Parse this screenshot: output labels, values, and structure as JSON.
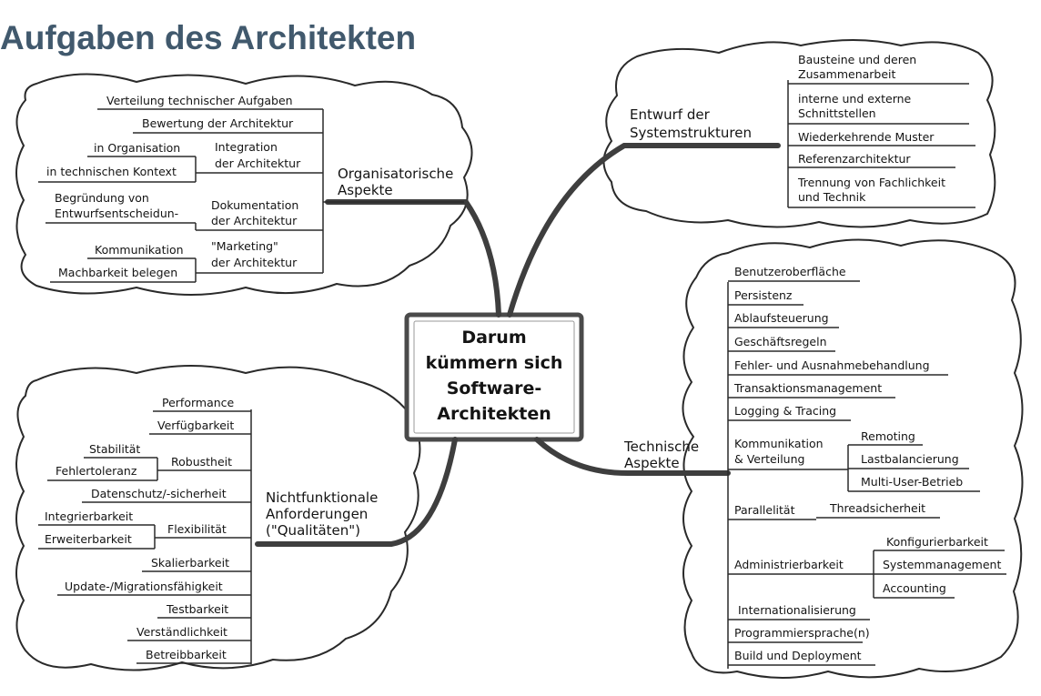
{
  "title": "Aufgaben des Architekten",
  "center": {
    "lines": [
      "Darum",
      "kümmern sich",
      "Software-",
      "Architekten"
    ]
  },
  "organisatorisch": {
    "label": [
      "Organisatorische",
      "Aspekte"
    ],
    "items": {
      "verteilung": "Verteilung technischer Aufgaben",
      "bewertung": "Bewertung der Architektur",
      "integration": [
        "Integration",
        "der Architektur"
      ],
      "integration_children": [
        "in Organisation",
        "in technischen Kontext"
      ],
      "dokumentation": [
        "Dokumentation",
        "der Architektur"
      ],
      "dokumentation_child": [
        "Begründung von",
        "Entwurfsentscheidun-"
      ],
      "marketing": [
        "\"Marketing\"",
        "der Architektur"
      ],
      "marketing_children": [
        "Kommunikation",
        "Machbarkeit belegen"
      ]
    }
  },
  "entwurf": {
    "label": [
      "Entwurf der",
      "Systemstrukturen"
    ],
    "items": [
      [
        "Bausteine und deren",
        "Zusammenarbeit"
      ],
      [
        "interne und externe",
        "Schnittstellen"
      ],
      [
        "Wiederkehrende Muster"
      ],
      [
        "Referenzarchitektur"
      ],
      [
        "Trennung von Fachlichkeit",
        "und Technik"
      ]
    ]
  },
  "nichtfunktional": {
    "label": [
      "Nichtfunktionale",
      "Anforderungen",
      "(\"Qualitäten\")"
    ],
    "items": {
      "performance": "Performance",
      "verfuegbarkeit": "Verfügbarkeit",
      "robustheit": "Robustheit",
      "robustheit_children": [
        "Stabilität",
        "Fehlertoleranz"
      ],
      "datenschutz": "Datenschutz/-sicherheit",
      "flexibilitaet": "Flexibilität",
      "flexibilitaet_children": [
        "Integrierbarkeit",
        "Erweiterbarkeit"
      ],
      "skalierbarkeit": "Skalierbarkeit",
      "update": "Update-/Migrationsfähigkeit",
      "testbarkeit": "Testbarkeit",
      "verstaendlichkeit": "Verständlichkeit",
      "betreibbarkeit": "Betreibbarkeit"
    }
  },
  "technisch": {
    "label": [
      "Technische",
      "Aspekte"
    ],
    "items": {
      "benutzeroberflaeche": "Benutzeroberfläche",
      "persistenz": "Persistenz",
      "ablaufsteuerung": "Ablaufsteuerung",
      "geschaeftsregeln": "Geschäftsregeln",
      "fehler": "Fehler- und Ausnahmebehandlung",
      "transaktion": "Transaktionsmanagement",
      "logging": "Logging & Tracing",
      "kommunikation": [
        "Kommunikation",
        "& Verteilung"
      ],
      "kommunikation_children": [
        "Remoting",
        "Lastbalancierung",
        "Multi-User-Betrieb"
      ],
      "parallelitaet": "Parallelität",
      "parallelitaet_child": "Threadsicherheit",
      "administrierbarkeit": "Administrierbarkeit",
      "administrierbarkeit_children": [
        "Konfigurierbarkeit",
        "Systemmanagement",
        "Accounting"
      ],
      "internationalisierung": "Internationalisierung",
      "programmiersprache": "Programmiersprache(n)",
      "build": "Build und Deployment"
    }
  }
}
